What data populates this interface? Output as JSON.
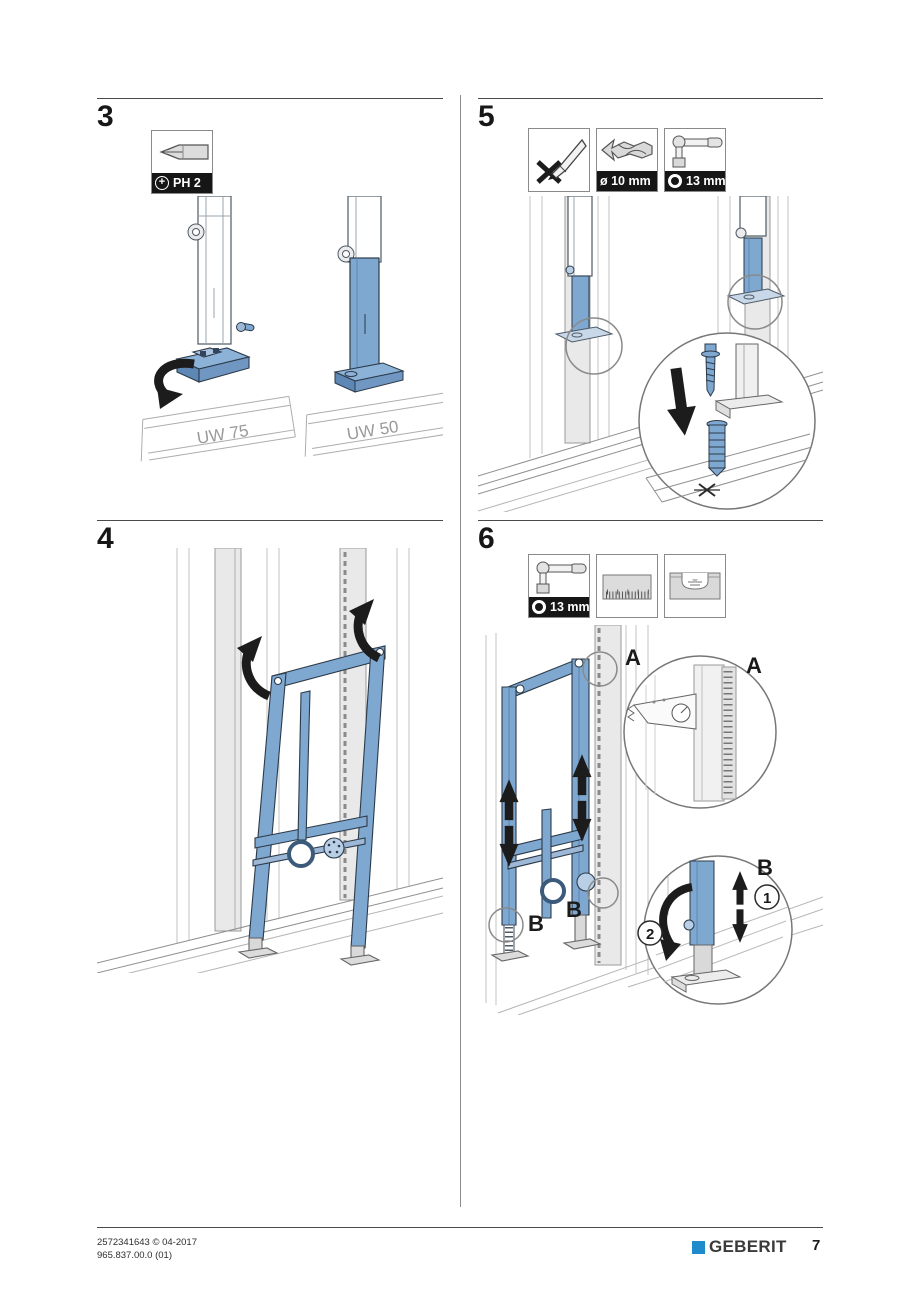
{
  "sections": {
    "s3": {
      "number": "3",
      "tools": [
        {
          "icon": "phillips-bit-icon",
          "symbol_icon": "phillips-circle-icon",
          "label": "PH 2"
        }
      ],
      "rails": {
        "left": "UW 75",
        "right": "UW 50"
      }
    },
    "s4": {
      "number": "4"
    },
    "s5": {
      "number": "5",
      "tools": [
        {
          "icon": "marking-pencil-icon",
          "label": ""
        },
        {
          "icon": "drill-bit-icon",
          "label": "ø 10 mm"
        },
        {
          "icon": "socket-wrench-icon",
          "symbol_icon": "socket-ring-icon",
          "label": "13 mm"
        }
      ]
    },
    "s6": {
      "number": "6",
      "tools": [
        {
          "icon": "socket-wrench-icon",
          "symbol_icon": "socket-ring-icon",
          "label": "13 mm"
        },
        {
          "icon": "ruler-icon",
          "label": ""
        },
        {
          "icon": "spirit-level-icon",
          "label": ""
        }
      ],
      "labels": {
        "detail_a": "A",
        "detail_b": "B",
        "step_1": "1",
        "step_2": "2"
      }
    }
  },
  "footer": {
    "doc_line1": "2572341643 © 04-2017",
    "doc_line2": "965.837.00.0 (01)",
    "brand": "GEBERIT",
    "page_number": "7"
  },
  "colors": {
    "frame_blue": "#7fa8d0",
    "brand_blue": "#1e8bcb",
    "tool_label_bg": "#161616"
  }
}
